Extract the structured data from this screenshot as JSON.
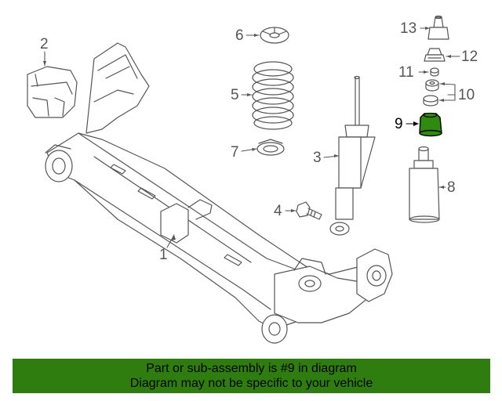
{
  "diagram": {
    "callouts": [
      {
        "id": "1",
        "label": "1"
      },
      {
        "id": "2",
        "label": "2"
      },
      {
        "id": "3",
        "label": "3"
      },
      {
        "id": "4",
        "label": "4"
      },
      {
        "id": "5",
        "label": "5"
      },
      {
        "id": "6",
        "label": "6"
      },
      {
        "id": "7",
        "label": "7"
      },
      {
        "id": "8",
        "label": "8"
      },
      {
        "id": "9",
        "label": "9"
      },
      {
        "id": "10",
        "label": "10"
      },
      {
        "id": "11",
        "label": "11"
      },
      {
        "id": "12",
        "label": "12"
      },
      {
        "id": "13",
        "label": "13"
      }
    ],
    "highlighted_part": "9",
    "colors": {
      "line": "#555555",
      "highlight_fill": "#2e8b0e",
      "highlight_stroke": "#000000"
    }
  },
  "banner": {
    "line1": "Part or sub-assembly is #9 in diagram",
    "line2": "Diagram may not be specific to your vehicle",
    "color": "#2e7d0e"
  }
}
